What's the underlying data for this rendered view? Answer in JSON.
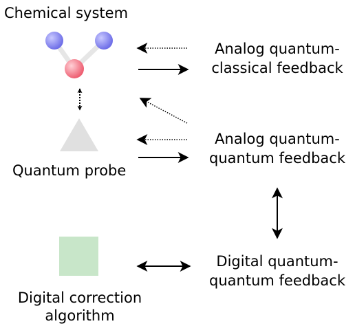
{
  "labels": {
    "chemical_system": "Chemical system",
    "quantum_probe": "Quantum probe",
    "digital_correction_line1": "Digital correction",
    "digital_correction_line2": "algorithm",
    "analog_qc_line1": "Analog quantum-",
    "analog_qc_line2": "classical feedback",
    "analog_qq_line1": "Analog quantum-",
    "analog_qq_line2": "quantum feedback",
    "digital_qq_line1": "Digital quantum-",
    "digital_qq_line2": "quantum feedback"
  },
  "colors": {
    "atom_blue": "#7777ee",
    "atom_red": "#ee6677",
    "bond": "#e6e6e6",
    "probe_triangle": "#e0e0e0",
    "algorithm_square": "#c8e6c9",
    "arrow": "#000000"
  },
  "icons": {
    "molecule": "molecule-icon",
    "probe": "triangle-icon",
    "algorithm": "square-icon"
  }
}
